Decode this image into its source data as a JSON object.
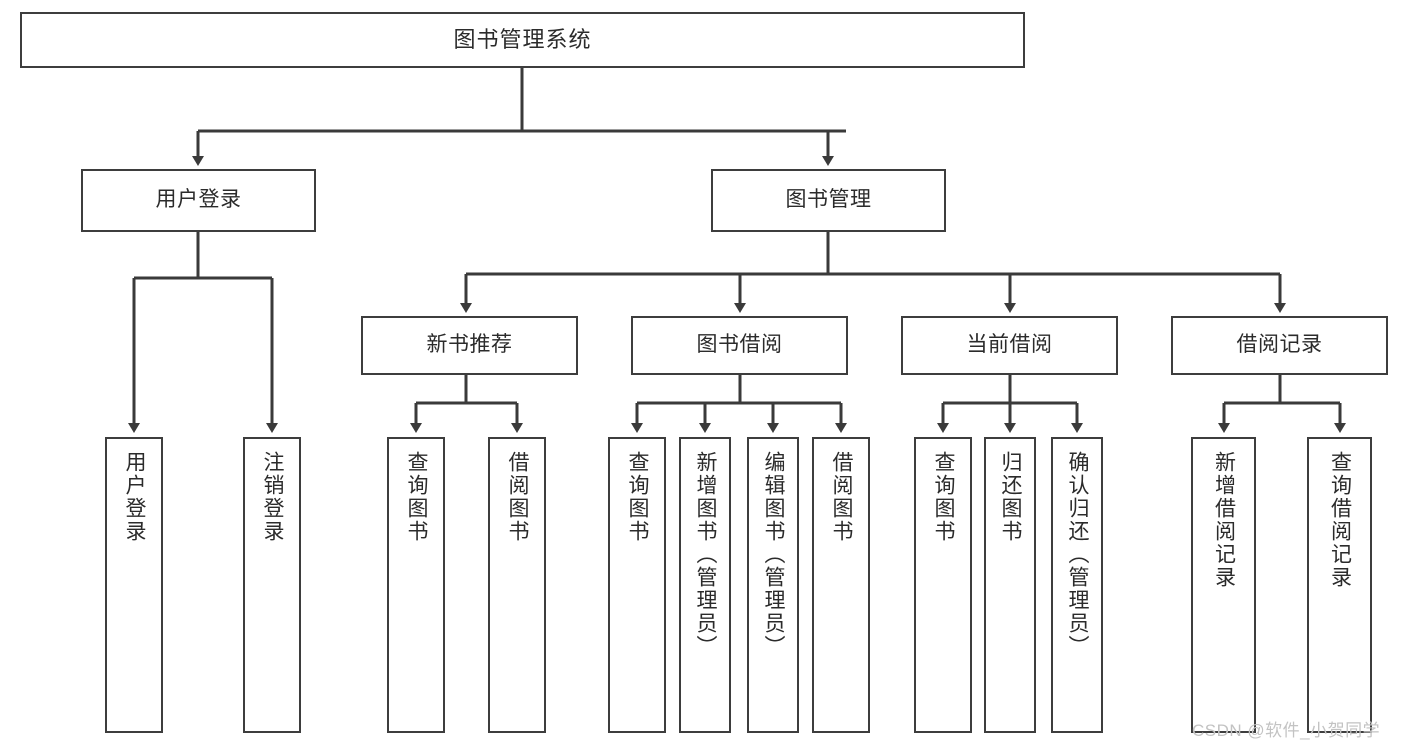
{
  "diagram": {
    "title": "图书管理系统",
    "type": "tree-hierarchy",
    "watermark": "CSDN @软件_小贺同学",
    "colors": {
      "background": "#ffffff",
      "box_border": "#3d3d3d",
      "box_fill": "#ffffff",
      "connector": "#3a3a3a",
      "text": "#2b2b2b",
      "watermark": "#c3c3c3"
    },
    "levels": [
      {
        "level": 1,
        "nodes": [
          {
            "id": "root",
            "label": "图书管理系统",
            "orientation": "horizontal"
          }
        ]
      },
      {
        "level": 2,
        "nodes": [
          {
            "id": "user-login",
            "label": "用户登录",
            "orientation": "horizontal",
            "parent": "root"
          },
          {
            "id": "book-manage",
            "label": "图书管理",
            "orientation": "horizontal",
            "parent": "root"
          }
        ]
      },
      {
        "level": 3,
        "nodes": [
          {
            "id": "new-book-recommend",
            "label": "新书推荐",
            "orientation": "horizontal",
            "parent": "book-manage"
          },
          {
            "id": "book-borrow",
            "label": "图书借阅",
            "orientation": "horizontal",
            "parent": "book-manage"
          },
          {
            "id": "current-borrow",
            "label": "当前借阅",
            "orientation": "horizontal",
            "parent": "book-manage"
          },
          {
            "id": "borrow-record",
            "label": "借阅记录",
            "orientation": "horizontal",
            "parent": "book-manage"
          }
        ]
      },
      {
        "level": 4,
        "nodes": [
          {
            "id": "leaf-user-login",
            "label": "用户登录",
            "orientation": "vertical",
            "parent": "user-login"
          },
          {
            "id": "leaf-logout-login",
            "label": "注销登录",
            "orientation": "vertical",
            "parent": "user-login"
          },
          {
            "id": "leaf-query-book-1",
            "label": "查询图书",
            "orientation": "vertical",
            "parent": "new-book-recommend"
          },
          {
            "id": "leaf-borrow-book-1",
            "label": "借阅图书",
            "orientation": "vertical",
            "parent": "new-book-recommend"
          },
          {
            "id": "leaf-query-book-2",
            "label": "查询图书",
            "orientation": "vertical",
            "parent": "book-borrow"
          },
          {
            "id": "leaf-add-book",
            "label": "新增图书（管理员）",
            "orientation": "vertical",
            "parent": "book-borrow"
          },
          {
            "id": "leaf-edit-book",
            "label": "编辑图书（管理员）",
            "orientation": "vertical",
            "parent": "book-borrow"
          },
          {
            "id": "leaf-borrow-book-2",
            "label": "借阅图书",
            "orientation": "vertical",
            "parent": "book-borrow"
          },
          {
            "id": "leaf-query-book-3",
            "label": "查询图书",
            "orientation": "vertical",
            "parent": "current-borrow"
          },
          {
            "id": "leaf-return-book",
            "label": "归还图书",
            "orientation": "vertical",
            "parent": "current-borrow"
          },
          {
            "id": "leaf-confirm-return",
            "label": "确认归还（管理员）",
            "orientation": "vertical",
            "parent": "current-borrow"
          },
          {
            "id": "leaf-add-record",
            "label": "新增借阅记录",
            "orientation": "vertical",
            "parent": "borrow-record"
          },
          {
            "id": "leaf-query-record",
            "label": "查询借阅记录",
            "orientation": "vertical",
            "parent": "borrow-record"
          }
        ]
      }
    ]
  }
}
